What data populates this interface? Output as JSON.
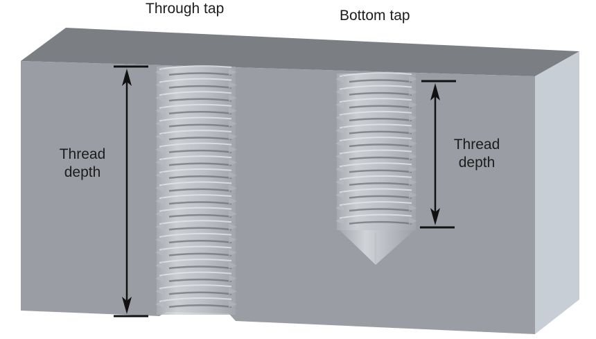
{
  "diagram": {
    "type": "engineering-illustration",
    "subject": "Tapped threaded holes in a block (cross-section)",
    "labels": {
      "through_tap": "Through tap",
      "bottom_tap": "Bottom tap",
      "through_depth_line1": "Thread",
      "through_depth_line2": "depth",
      "bottom_depth_line1": "Thread",
      "bottom_depth_line2": "depth"
    },
    "colors": {
      "background": "#ffffff",
      "block_front": "#9a9da4",
      "block_top": "#7b7e83",
      "block_side": "#c8ced6",
      "thread_light": "#c9ccd0",
      "thread_shadow": "#6f7378",
      "dimension_line": "#111111",
      "text": "#1c1c1c"
    },
    "holes": [
      {
        "name": "through-tap-hole",
        "kind": "through",
        "thread_count": 19
      },
      {
        "name": "bottom-tap-hole",
        "kind": "blind",
        "thread_count": 12,
        "has_cone_tip": true
      }
    ]
  }
}
